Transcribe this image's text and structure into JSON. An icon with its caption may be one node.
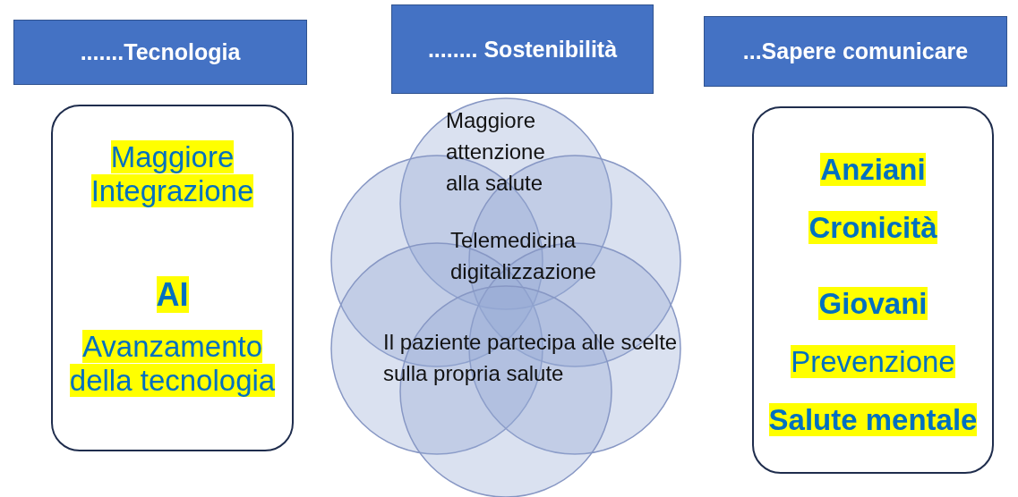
{
  "diagram": {
    "nodes": [
      {
        "text": [
          ".......Tecnologia"
        ]
      },
      {
        "text": [
          "........ Sostenibilità"
        ]
      },
      {
        "text": [
          "...Sapere comunicare"
        ]
      },
      {
        "text": [
          "Maggiore Integrazione",
          "AI",
          "Avanzamento della tecnologia"
        ]
      },
      {
        "text": [],
        "shape": "circle"
      },
      {
        "text": [],
        "shape": "circle"
      },
      {
        "text": [],
        "shape": "circle"
      },
      {
        "text": [],
        "shape": "circle"
      },
      {
        "text": [],
        "shape": "circle"
      },
      {
        "text": [],
        "shape": "circle"
      },
      {
        "text": [
          "Anziani",
          "Cronicità",
          "Giovani",
          "Prevenzione",
          "Salute mentale"
        ]
      }
    ],
    "edges": [],
    "labels": [
      "Maggiore attenzione alla salute",
      "Telemedicina digitalizzazione",
      "Il paziente partecipa alle scelte sulla propria salute"
    ]
  }
}
